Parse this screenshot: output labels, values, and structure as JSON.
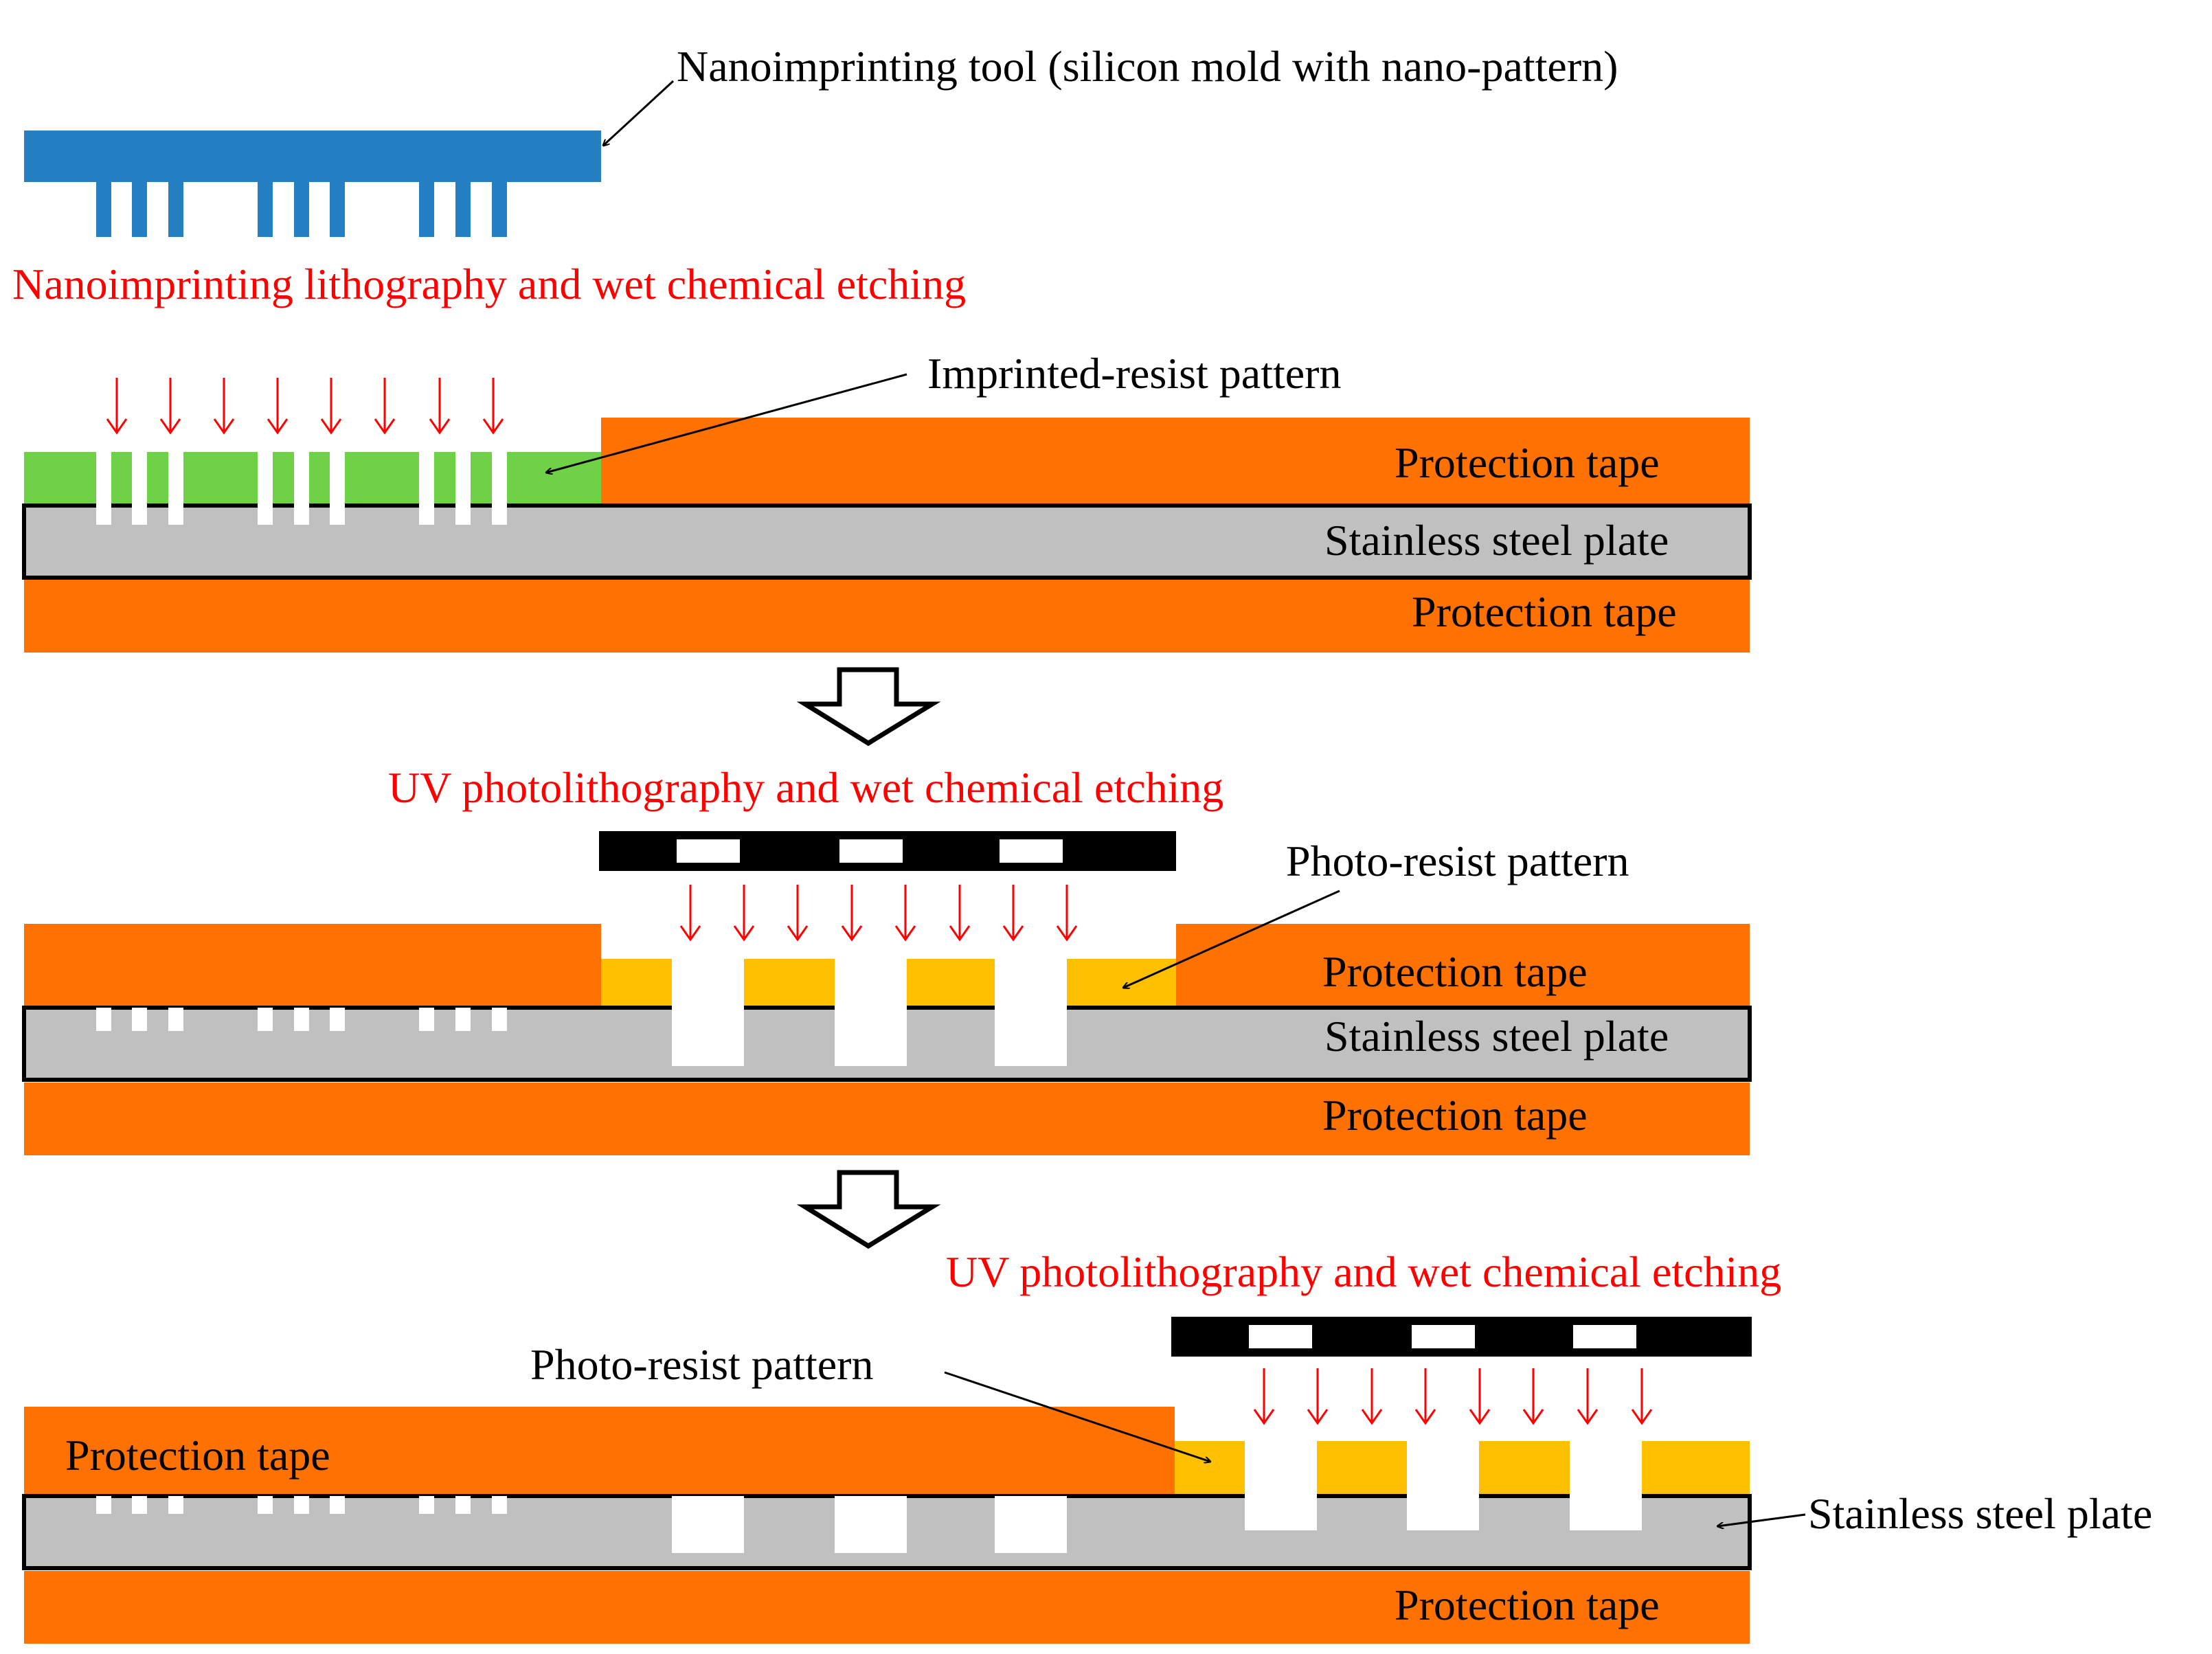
{
  "labels": {
    "tool": "Nanoimprinting tool (silicon mold with nano-pattern)",
    "step1_title": "Nanoimprinting lithography and wet chemical  etching",
    "imprinted_resist": "Imprinted-resist pattern",
    "step2_title": "UV photolithography and wet chemical  etching",
    "photo_resist_1": "Photo-resist pattern",
    "step3_title": "UV photolithography and wet chemical  etching",
    "photo_resist_2": "Photo-resist pattern",
    "protection_tape": "Protection tape",
    "stainless_steel_plate": "Stainless steel plate"
  },
  "colors": {
    "mold": "#2480c2",
    "resist_green": "#6fd146",
    "tape": "#ff7100",
    "steel": "#c0c0c0",
    "photoresist": "#ffc000",
    "mask": "#000000",
    "annotation_red": "#ff0000"
  }
}
